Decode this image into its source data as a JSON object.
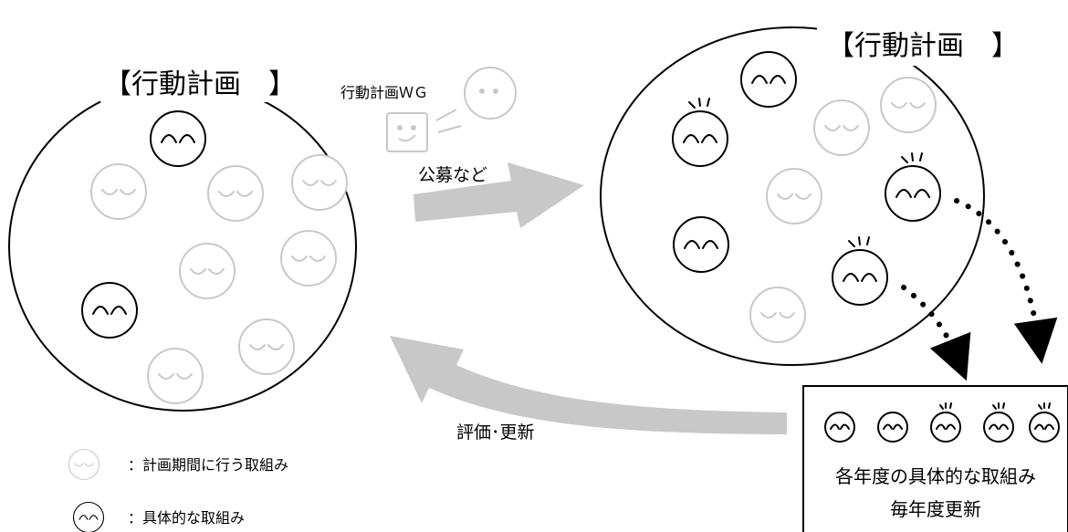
{
  "colors": {
    "active_face": "#000000",
    "planned_face": "#c8c8c8",
    "arrow": "#c8c8c8",
    "line": "#000000",
    "background": "#ffffff"
  },
  "left_cluster": {
    "title": "【行動計画　】"
  },
  "right_cluster": {
    "title": "【行動計画　】"
  },
  "wg": {
    "label": "行動計画ＷＧ"
  },
  "arrows": {
    "forward_label": "公募など",
    "backward_label": "評価･更新"
  },
  "result_box": {
    "line1": "各年度の具体的な取組み",
    "line2": "毎年度更新"
  },
  "legend": {
    "planned": "：計画期間に行う取組み",
    "active": "：具体的な取組み"
  },
  "icons": {
    "planned": "sleeping-face-icon",
    "active": "smiling-face-icon",
    "excited": "excited-face-icon",
    "wg_person": "wg-member-icon",
    "wg_bubble": "speech-bubble-icon"
  }
}
